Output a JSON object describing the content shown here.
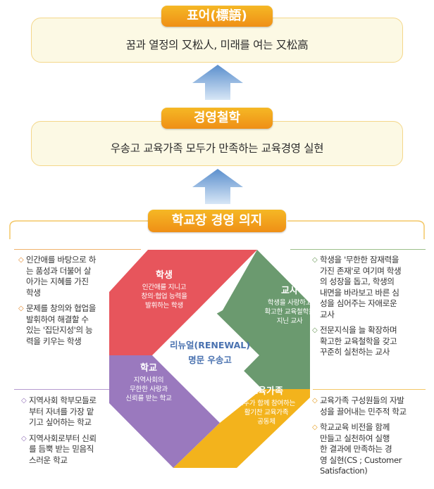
{
  "motto": {
    "title": "표어(標語)",
    "text": "꿈과 열정의 又松人, 미래를 여는 又松高"
  },
  "philosophy": {
    "title": "경영철학",
    "text": "우송고 교육가족 모두가 만족하는 교육경영 실현"
  },
  "will": {
    "title": "학교장 경영 의지"
  },
  "center": {
    "line1": "리뉴얼(RENEWAL)",
    "line2": "명문 우송고"
  },
  "shapes": {
    "student": {
      "title": "학생",
      "desc": "인간애를 지니고\n창의·협업 능력을\n발휘하는 학생",
      "color": "#e7555c"
    },
    "teacher": {
      "title": "교사",
      "desc": "학생을 사랑하고\n확고한 교육철학을\n지닌 교사",
      "color": "#6b9a6f"
    },
    "school": {
      "title": "학교",
      "desc": "지역사회의\n무한한 사랑과\n신뢰를 받는 학교",
      "color": "#9a79be"
    },
    "family": {
      "title": "교육가족",
      "desc": "모두가 함께 참여하는\n활기찬 교육가족\n공동체",
      "color": "#f3b31c"
    }
  },
  "lists": {
    "student": [
      "인간애를 바탕으로 하\n는 품성과 더불어 살\n아가는 지혜를 가진\n학생",
      "문제를 창의와 협업을\n발휘하여 해결할 수\n있는 '집단지성'의 능\n력을 키우는 학생"
    ],
    "teacher": [
      "학생을 '무한한 잠재력을\n가진 존재'로 여기며 학생\n의 성장을 돕고, 학생의\n내면을 바라보고 바른 심\n성을 심어주는 자애로운\n교사",
      "전문지식을 늘 확장하며\n확고한 교육철학을 갖고\n꾸준히 실천하는 교사"
    ],
    "school": [
      "지역사회 학부모들로\n부터 자녀를 가장 맡\n기고 싶어하는 학교",
      "지역사회로부터 신뢰\n를 듬뿍 받는 믿음직\n스러운 학교"
    ],
    "family": [
      "교육가족 구성원들의 자발\n성을 끌어내는 민주적 학교",
      "학교교육 비전을 함께\n만들고 실천하여 실행\n한 결과에 만족하는 경\n영 실현(CS ; Customer\nSatisfaction)"
    ]
  },
  "colors": {
    "orange": "#f0a11e",
    "student_bullet": "#e38a2e",
    "teacher_bullet": "#6c9a5a",
    "school_bullet": "#9270b8",
    "family_bullet": "#e49b1c",
    "arrow": "#6e9fd6"
  },
  "icons": {
    "bullet": "◇"
  }
}
